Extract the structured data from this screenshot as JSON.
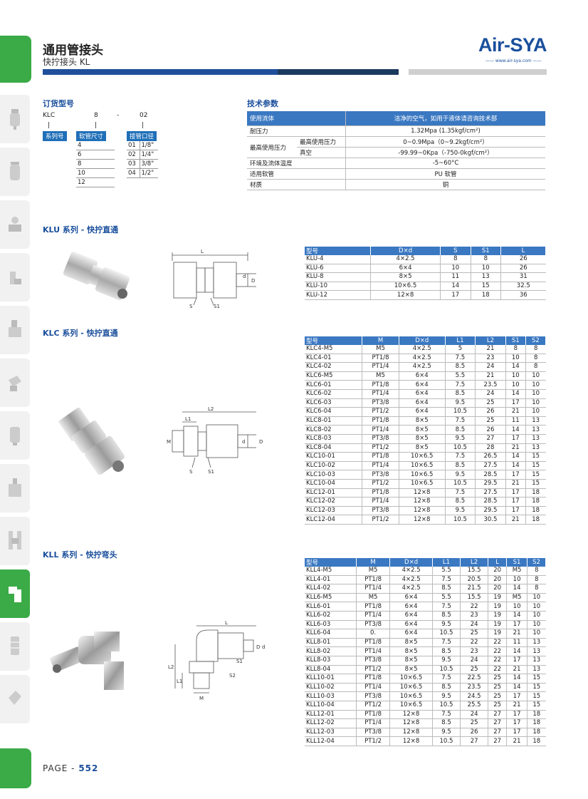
{
  "header": {
    "title": "通用管接头",
    "subtitle": "快拧接头 KL",
    "logo": "Air-SYA",
    "logo_url": "—— www.air-sya.com ——"
  },
  "order": {
    "heading": "订货型号",
    "code_parts": [
      "KLC",
      "8",
      "-",
      "02"
    ],
    "labels": {
      "series": "系列号",
      "size": "软管尺寸",
      "port": "接管口径"
    },
    "sizes": [
      "4",
      "6",
      "8",
      "10",
      "12"
    ],
    "ports": [
      [
        "01",
        "1/8\""
      ],
      [
        "02",
        "1/4\""
      ],
      [
        "03",
        "3/8\""
      ],
      [
        "04",
        "1/2\""
      ]
    ]
  },
  "spec": {
    "heading": "技术参数",
    "rows": [
      {
        "label": "使用流体",
        "value": "洁净的空气，如用于液体请咨询技术部"
      },
      {
        "label": "耐压力",
        "value": "1.32Mpa (1.35kgf/cm²)"
      },
      {
        "label": "最高使用压力",
        "sub": "最高使用压力",
        "value": "0~0.9Mpa（0~9.2kgf/cm²）"
      },
      {
        "label": "",
        "sub": "真空",
        "value": "-99.99~0Kpa（-750-0kgf/cm²）"
      },
      {
        "label": "环境及流体温度",
        "value": "-5~60°C"
      },
      {
        "label": "适用软管",
        "value": "PU 软管"
      },
      {
        "label": "材质",
        "value": "铜"
      }
    ]
  },
  "klu": {
    "heading": "KLU 系列 - 快拧直通",
    "headers": [
      "型号",
      "D×d",
      "S",
      "S1",
      "L"
    ],
    "rows": [
      [
        "KLU-4",
        "4×2.5",
        "8",
        "8",
        "26"
      ],
      [
        "KLU-6",
        "6×4",
        "10",
        "10",
        "26"
      ],
      [
        "KLU-8",
        "8×5",
        "11",
        "13",
        "31"
      ],
      [
        "KLU-10",
        "10×6.5",
        "14",
        "15",
        "32.5"
      ],
      [
        "KLU-12",
        "12×8",
        "17",
        "18",
        "36"
      ]
    ]
  },
  "klc": {
    "heading": "KLC 系列 - 快拧直通",
    "headers": [
      "型号",
      "M",
      "D×d",
      "L1",
      "L2",
      "S1",
      "S2"
    ],
    "rows": [
      [
        "KLC4-M5",
        "M5",
        "4×2.5",
        "5",
        "21",
        "8",
        "8"
      ],
      [
        "KLC4-01",
        "PT1/8",
        "4×2.5",
        "7.5",
        "23",
        "10",
        "8"
      ],
      [
        "KLC4-02",
        "PT1/4",
        "4×2.5",
        "8.5",
        "24",
        "14",
        "8"
      ],
      [
        "KLC6-M5",
        "M5",
        "6×4",
        "5.5",
        "21",
        "10",
        "10"
      ],
      [
        "KLC6-01",
        "PT1/8",
        "6×4",
        "7.5",
        "23.5",
        "10",
        "10"
      ],
      [
        "KLC6-02",
        "PT1/4",
        "6×4",
        "8.5",
        "24",
        "14",
        "10"
      ],
      [
        "KLC6-03",
        "PT3/8",
        "6×4",
        "9.5",
        "25",
        "17",
        "10"
      ],
      [
        "KLC6-04",
        "PT1/2",
        "6×4",
        "10.5",
        "26",
        "21",
        "10"
      ],
      [
        "KLC8-01",
        "PT1/8",
        "8×5",
        "7.5",
        "25",
        "11",
        "13"
      ],
      [
        "KLC8-02",
        "PT1/4",
        "8×5",
        "8.5",
        "26",
        "14",
        "13"
      ],
      [
        "KLC8-03",
        "PT3/8",
        "8×5",
        "9.5",
        "27",
        "17",
        "13"
      ],
      [
        "KLC8-04",
        "PT1/2",
        "8×5",
        "10.5",
        "28",
        "21",
        "13"
      ],
      [
        "KLC10-01",
        "PT1/8",
        "10×6.5",
        "7.5",
        "26.5",
        "14",
        "15"
      ],
      [
        "KLC10-02",
        "PT1/4",
        "10×6.5",
        "8.5",
        "27.5",
        "14",
        "15"
      ],
      [
        "KLC10-03",
        "PT3/8",
        "10×6.5",
        "9.5",
        "28.5",
        "17",
        "15"
      ],
      [
        "KLC10-04",
        "PT1/2",
        "10×6.5",
        "10.5",
        "29.5",
        "21",
        "15"
      ],
      [
        "KLC12-01",
        "PT1/8",
        "12×8",
        "7.5",
        "27.5",
        "17",
        "18"
      ],
      [
        "KLC12-02",
        "PT1/4",
        "12×8",
        "8.5",
        "28.5",
        "17",
        "18"
      ],
      [
        "KLC12-03",
        "PT3/8",
        "12×8",
        "9.5",
        "29.5",
        "17",
        "18"
      ],
      [
        "KLC12-04",
        "PT1/2",
        "12×8",
        "10.5",
        "30.5",
        "21",
        "18"
      ]
    ]
  },
  "kll": {
    "heading": "KLL 系列 - 快拧弯头",
    "headers": [
      "型号",
      "M",
      "D×d",
      "L1",
      "L2",
      "L",
      "S1",
      "S2"
    ],
    "rows": [
      [
        "KLL4-M5",
        "M5",
        "4×2.5",
        "5.5",
        "15.5",
        "20",
        "M5",
        "8"
      ],
      [
        "KLL4-01",
        "PT1/8",
        "4×2.5",
        "7.5",
        "20.5",
        "20",
        "10",
        "8"
      ],
      [
        "KLL4-02",
        "PT1/4",
        "4×2.5",
        "8.5",
        "21.5",
        "20",
        "14",
        "8"
      ],
      [
        "KLL6-M5",
        "M5",
        "6×4",
        "5.5",
        "15.5",
        "19",
        "M5",
        "10"
      ],
      [
        "KLL6-01",
        "PT1/8",
        "6×4",
        "7.5",
        "22",
        "19",
        "10",
        "10"
      ],
      [
        "KLL6-02",
        "PT1/4",
        "6×4",
        "8.5",
        "23",
        "19",
        "14",
        "10"
      ],
      [
        "KLL6-03",
        "PT3/8",
        "6×4",
        "9.5",
        "24",
        "19",
        "17",
        "10"
      ],
      [
        "KLL6-04",
        "0.",
        "6×4",
        "10.5",
        "25",
        "19",
        "21",
        "10"
      ],
      [
        "KLL8-01",
        "PT1/8",
        "8×5",
        "7.5",
        "22",
        "22",
        "11",
        "13"
      ],
      [
        "KLL8-02",
        "PT1/4",
        "8×5",
        "8.5",
        "23",
        "22",
        "14",
        "13"
      ],
      [
        "KLL8-03",
        "PT3/8",
        "8×5",
        "9.5",
        "24",
        "22",
        "17",
        "13"
      ],
      [
        "KLL8-04",
        "PT1/2",
        "8×5",
        "10.5",
        "25",
        "22",
        "21",
        "13"
      ],
      [
        "KLL10-01",
        "PT1/8",
        "10×6.5",
        "7.5",
        "22.5",
        "25",
        "14",
        "15"
      ],
      [
        "KLL10-02",
        "PT1/4",
        "10×6.5",
        "8.5",
        "23.5",
        "25",
        "14",
        "15"
      ],
      [
        "KLL10-03",
        "PT3/8",
        "10×6.5",
        "9.5",
        "24.5",
        "25",
        "17",
        "15"
      ],
      [
        "KLL10-04",
        "PT1/2",
        "10×6.5",
        "10.5",
        "25.5",
        "25",
        "21",
        "15"
      ],
      [
        "KLL12-01",
        "PT1/8",
        "12×8",
        "7.5",
        "24",
        "27",
        "17",
        "18"
      ],
      [
        "KLL12-02",
        "PT1/4",
        "12×8",
        "8.5",
        "25",
        "27",
        "17",
        "18"
      ],
      [
        "KLL12-03",
        "PT3/8",
        "12×8",
        "9.5",
        "26",
        "27",
        "17",
        "18"
      ],
      [
        "KLL12-04",
        "PT1/2",
        "12×8",
        "10.5",
        "27",
        "27",
        "21",
        "18"
      ]
    ]
  },
  "drawing_labels": {
    "klu": [
      "L",
      "S",
      "S1",
      "d",
      "D"
    ],
    "klc": [
      "L2",
      "L1",
      "M",
      "S",
      "S1",
      "d",
      "D"
    ],
    "kll": [
      "L",
      "S1",
      "S2",
      "L2",
      "L1",
      "M",
      "D",
      "d"
    ]
  },
  "footer": {
    "page_prefix": "PAGE -",
    "page_number": "552"
  },
  "colors": {
    "brand_blue": "#1a4f9c",
    "table_header": "#3a78c2",
    "green": "#3aab47"
  }
}
